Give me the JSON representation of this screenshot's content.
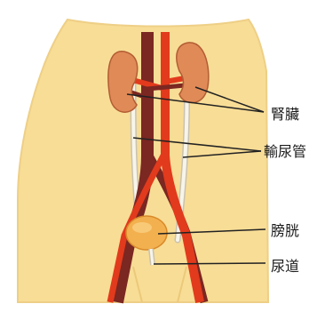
{
  "labels": {
    "kidney": "腎臟",
    "ureter": "輸尿管",
    "bladder": "膀胱",
    "urethra": "尿道"
  },
  "colors": {
    "background": "#ffffff",
    "torso": "#f8dd96",
    "torso_outline": "#eecf86",
    "kidney": "#e08a58",
    "artery": "#e23a1c",
    "vein": "#7b2722",
    "ureter": "#f7f4ea",
    "bladder": "#f3b04f",
    "leader_line": "#222222"
  }
}
